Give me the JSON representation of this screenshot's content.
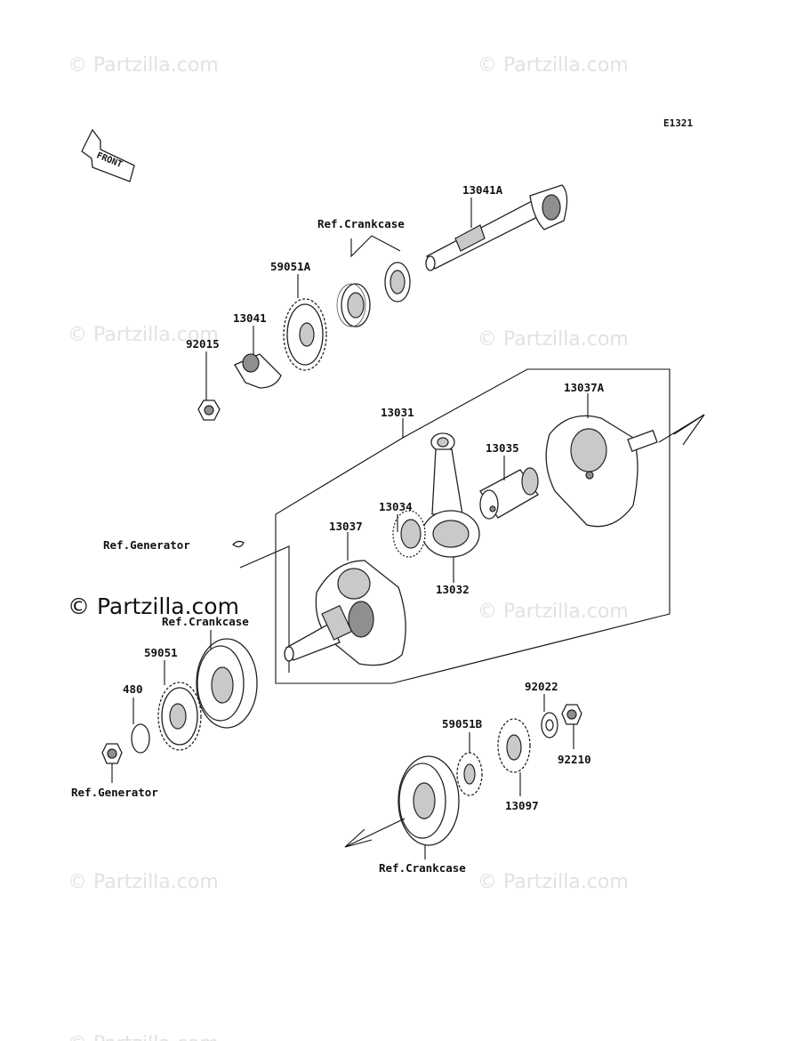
{
  "diagram_code": "E1321",
  "front_arrow_label": "FRONT",
  "watermarks": [
    "© Partzilla.com",
    "© Partzilla.com",
    "© Partzilla.com",
    "© Partzilla.com",
    "© Partzilla.com",
    "© Partzilla.com",
    "© Partzilla.com",
    "© Partzilla.com"
  ],
  "watermark_overlay": "© Partzilla.com",
  "labels": {
    "p13041A": "13041A",
    "ref_crankcase_top": "Ref.Crankcase",
    "p59051A": "59051A",
    "p13041": "13041",
    "p92015": "92015",
    "p13031": "13031",
    "p13037A": "13037A",
    "p13035": "13035",
    "p13034": "13034",
    "p13037": "13037",
    "ref_generator_top": "Ref.Generator",
    "p13032": "13032",
    "ref_crankcase_left": "Ref.Crankcase",
    "p59051": "59051",
    "p480": "480",
    "ref_generator_bottom": "Ref.Generator",
    "p92022": "92022",
    "p59051B": "59051B",
    "p92210": "92210",
    "p13097": "13097",
    "ref_crankcase_bottom": "Ref.Crankcase"
  }
}
